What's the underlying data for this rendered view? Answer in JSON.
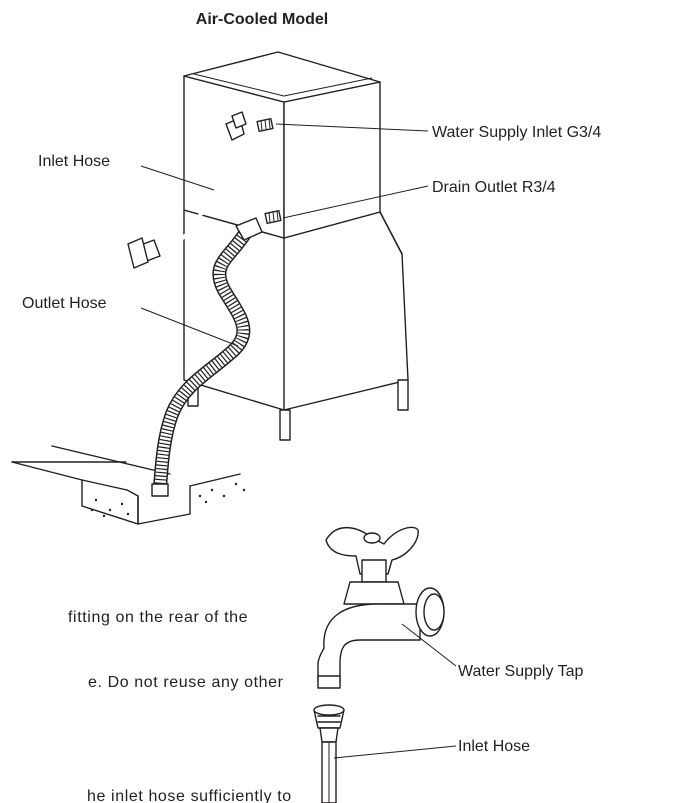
{
  "figure": {
    "title": "Air-Cooled Model",
    "labels": {
      "water_supply_inlet": "Water Supply Inlet G3/4",
      "drain_outlet": "Drain Outlet R3/4",
      "inlet_hose_top": "Inlet Hose",
      "outlet_hose": "Outlet Hose",
      "water_supply_tap": "Water Supply Tap",
      "inlet_hose_bottom": "Inlet Hose"
    }
  },
  "body_text": {
    "line1": "fitting on the rear of the",
    "line2": "e. Do not reuse any other",
    "line3": "he inlet hose sufficiently to"
  }
}
